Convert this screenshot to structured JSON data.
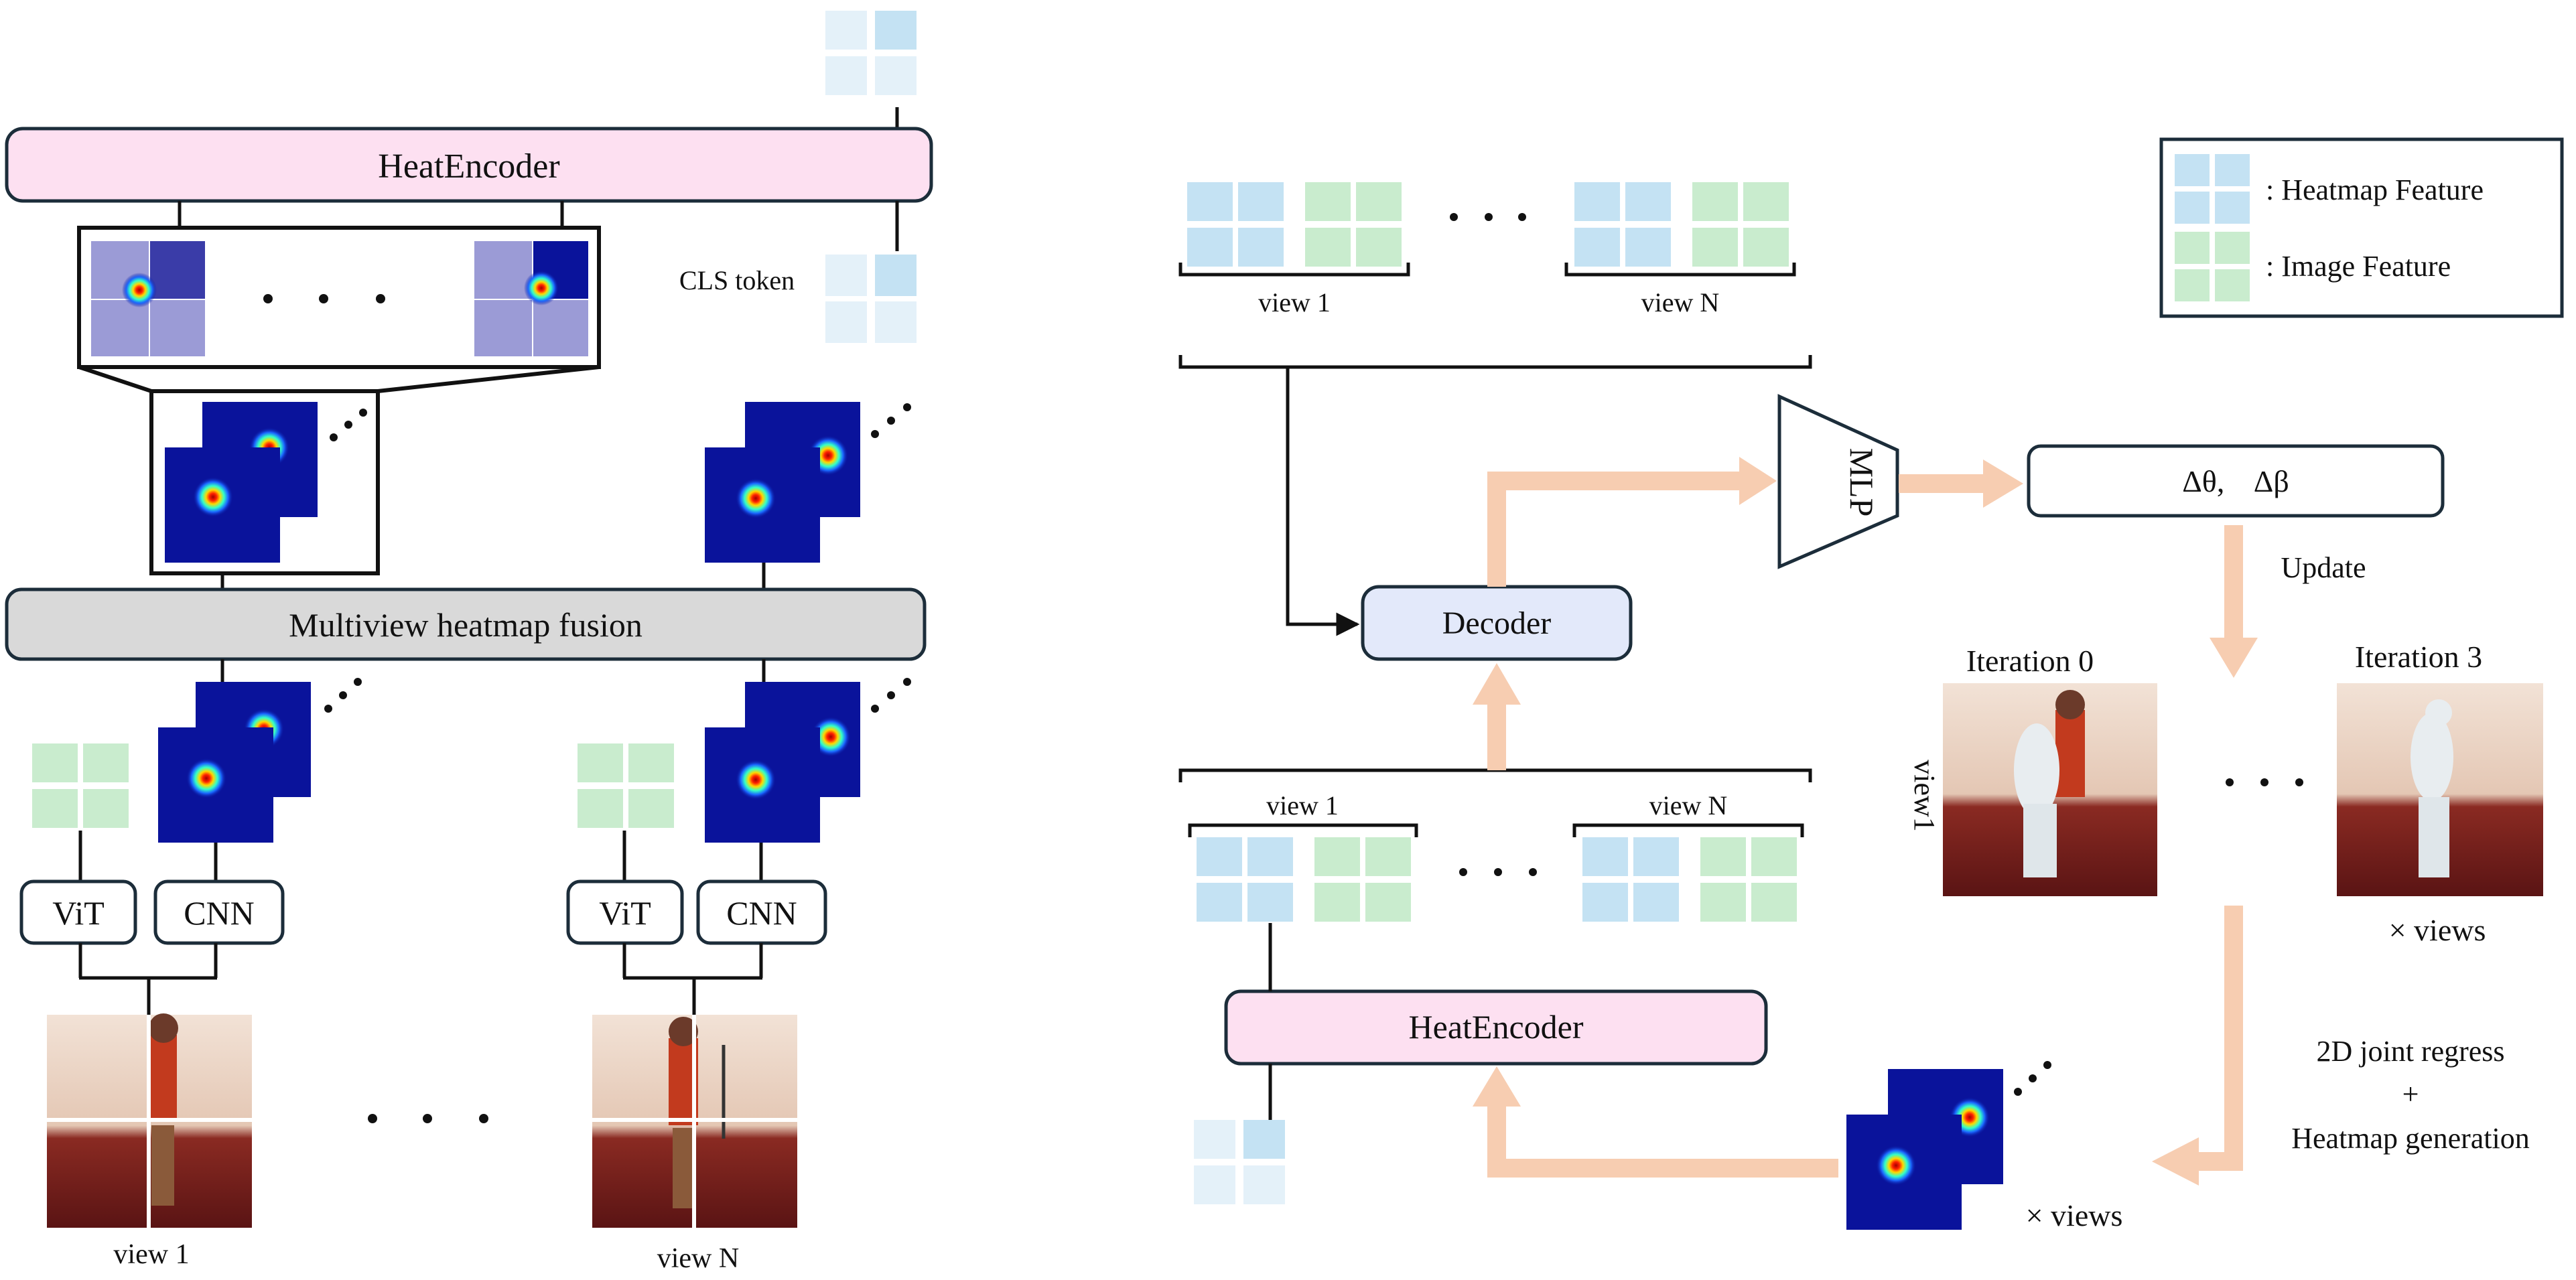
{
  "left_panel": {
    "heat_encoder_label": "HeatEncoder",
    "cls_token_label": "CLS token",
    "fusion_label": "Multiview heatmap fusion",
    "vit_label": "ViT",
    "cnn_label": "CNN",
    "view1_label": "view 1",
    "viewN_label": "view N"
  },
  "right_panel": {
    "top_view1_label": "view 1",
    "top_viewN_label": "view N",
    "mlp_label": "MLP",
    "delta_label": "Δθ,    Δβ",
    "decoder_label": "Decoder",
    "update_label": "Update",
    "iter0_label": "Iteration 0",
    "iter3_label": "Iteration 3",
    "view1_vertical_label": "view1",
    "times_views_top": "× views",
    "regress_line1": "2D joint regress",
    "regress_line2": "+",
    "regress_line3": "Heatmap generation",
    "bottom_view1_label": "view 1",
    "bottom_viewN_label": "view N",
    "heat_encoder_label": "HeatEncoder",
    "times_views_bottom": "× views"
  },
  "legend": {
    "heatmap_label": ": Heatmap Feature",
    "image_label": ": Image Feature"
  },
  "colors": {
    "heatmap_feature": "#c4e2f3",
    "image_feature": "#c9ecce",
    "heatmap_feature_faded": "#e4f1f9",
    "heat_encoder_fill": "#fde0f1",
    "fusion_fill": "#d9d9d9",
    "decoder_fill": "#e3e9fa",
    "flow_arrow": "#f7cdb1",
    "heatmap_background": "#0a139b"
  }
}
